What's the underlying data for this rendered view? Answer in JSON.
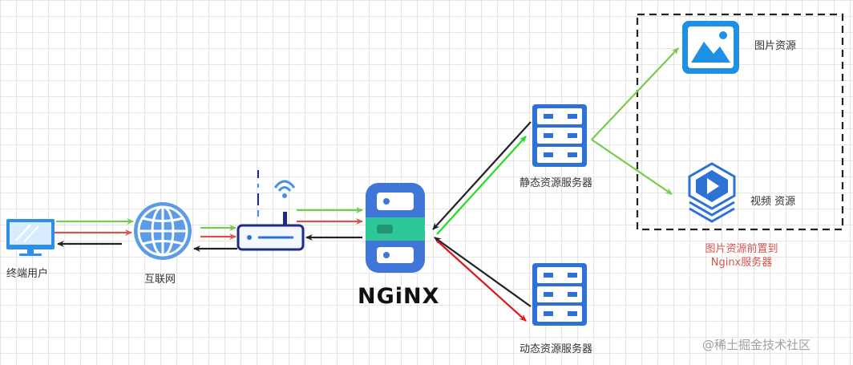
{
  "nodes": {
    "terminal_user": "终端用户",
    "internet": "互联网",
    "nginx": "NGiNX",
    "static_server": "静态资源服务器",
    "dynamic_server": "动态资源服务器",
    "image_resource": "图片资源",
    "video_resource": "视频 资源"
  },
  "annotation": {
    "line1": "图片资源前置到",
    "line2": "Nginx服务器"
  },
  "watermark": "@稀土掘金技术社区",
  "colors": {
    "green": "#77cc4d",
    "red": "#d9534f",
    "black": "#222222",
    "bright_green": "#22dd22",
    "bright_red": "#e01818",
    "server_blue": "#2f72d6",
    "router_outline": "#1f2a8a",
    "nginx_teal": "#2ec79a"
  }
}
